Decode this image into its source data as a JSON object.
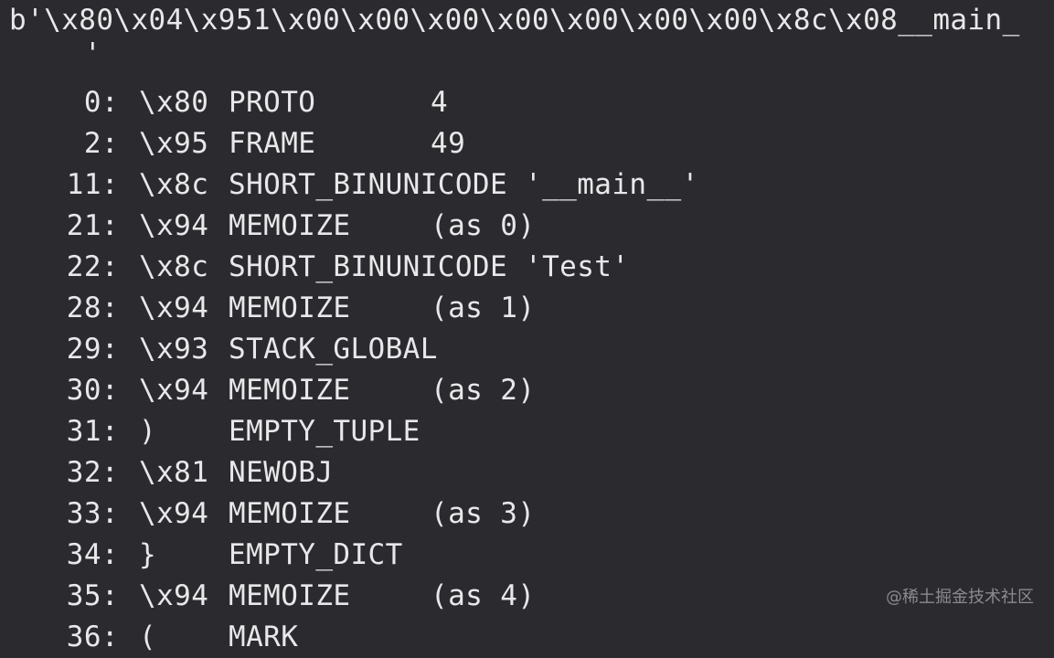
{
  "header_bytes": "b'\\x80\\x04\\x951\\x00\\x00\\x00\\x00\\x00\\x00\\x00\\x8c\\x08__main_",
  "closing_quote": "'",
  "rows": [
    {
      "offset": "0:",
      "code": "\\x80",
      "op": "PROTO",
      "arg": "4",
      "arg_col": "plain"
    },
    {
      "offset": "2:",
      "code": "\\x95",
      "op": "FRAME",
      "arg": "49",
      "arg_col": "plain"
    },
    {
      "offset": "11:",
      "code": "\\x8c",
      "op": "SHORT_BINUNICODE",
      "arg": "'__main__'",
      "arg_col": "inline"
    },
    {
      "offset": "21:",
      "code": "\\x94",
      "op": "MEMOIZE",
      "arg": "(as 0)",
      "arg_col": "plain"
    },
    {
      "offset": "22:",
      "code": "\\x8c",
      "op": "SHORT_BINUNICODE",
      "arg": "'Test'",
      "arg_col": "inline"
    },
    {
      "offset": "28:",
      "code": "\\x94",
      "op": "MEMOIZE",
      "arg": "(as 1)",
      "arg_col": "plain"
    },
    {
      "offset": "29:",
      "code": "\\x93",
      "op": "STACK_GLOBAL",
      "arg": "",
      "arg_col": "plain"
    },
    {
      "offset": "30:",
      "code": "\\x94",
      "op": "MEMOIZE",
      "arg": "(as 2)",
      "arg_col": "plain"
    },
    {
      "offset": "31:",
      "code": ")",
      "op": "EMPTY_TUPLE",
      "arg": "",
      "arg_col": "plain"
    },
    {
      "offset": "32:",
      "code": "\\x81",
      "op": "NEWOBJ",
      "arg": "",
      "arg_col": "plain"
    },
    {
      "offset": "33:",
      "code": "\\x94",
      "op": "MEMOIZE",
      "arg": "(as 3)",
      "arg_col": "plain"
    },
    {
      "offset": "34:",
      "code": "}",
      "op": "EMPTY_DICT",
      "arg": "",
      "arg_col": "plain"
    },
    {
      "offset": "35:",
      "code": "\\x94",
      "op": "MEMOIZE",
      "arg": "(as 4)",
      "arg_col": "plain"
    },
    {
      "offset": "36:",
      "code": "(",
      "op": "MARK",
      "arg": "",
      "arg_col": "plain"
    }
  ],
  "watermark": "@稀土掘金技术社区",
  "colors": {
    "background": "#2b2b2f",
    "text": "#e8e8ea",
    "watermark": "#8a8a90"
  }
}
